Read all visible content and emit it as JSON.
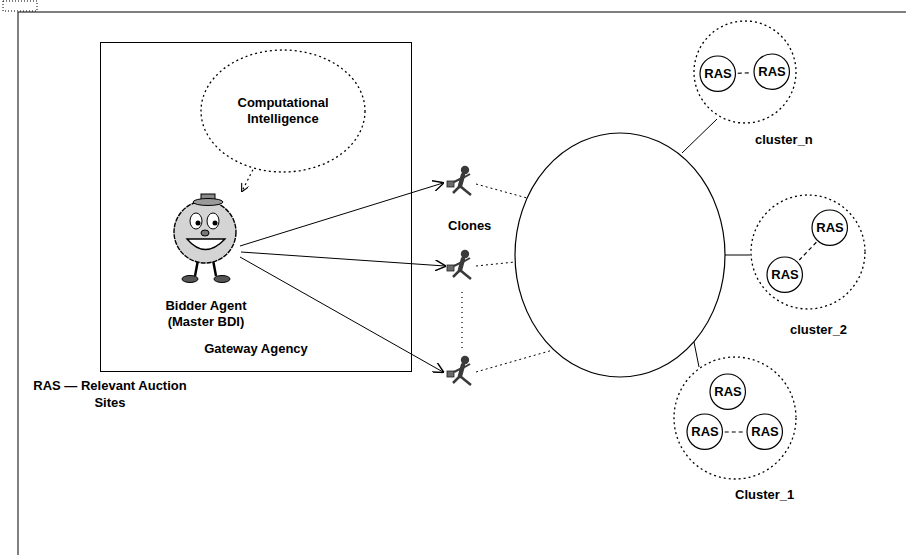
{
  "diagram": {
    "nodes": [
      {
        "text": [
          "Gateway Agency"
        ]
      },
      {
        "text": [
          "Computational Intelligence"
        ],
        "in": 0
      },
      {
        "text": [
          "Bidder Agent (Master BDI)"
        ],
        "in": 0
      },
      {
        "text": [
          "cluster_n"
        ]
      },
      {
        "text": [
          "RAS"
        ],
        "in": 3
      },
      {
        "text": [
          "RAS"
        ],
        "in": 3
      },
      {
        "text": [
          "cluster_2"
        ]
      },
      {
        "text": [
          "RAS"
        ],
        "in": 6
      },
      {
        "text": [
          "RAS"
        ],
        "in": 6
      },
      {
        "text": [
          "Cluster_1"
        ]
      },
      {
        "text": [
          "RAS"
        ],
        "in": 9
      },
      {
        "text": [
          "RAS"
        ],
        "in": 9
      },
      {
        "text": [
          "RAS"
        ],
        "in": 9
      }
    ],
    "edges": [
      {
        "from": 1,
        "to": 2,
        "arrow": "to"
      },
      {
        "from": 4,
        "to": 5,
        "arrow": "none"
      },
      {
        "from": 7,
        "to": 8,
        "arrow": "none"
      },
      {
        "from": 11,
        "to": 12,
        "arrow": "none"
      }
    ],
    "labels": [
      "Clones",
      "RAS — Relevant Auction Sites"
    ]
  }
}
